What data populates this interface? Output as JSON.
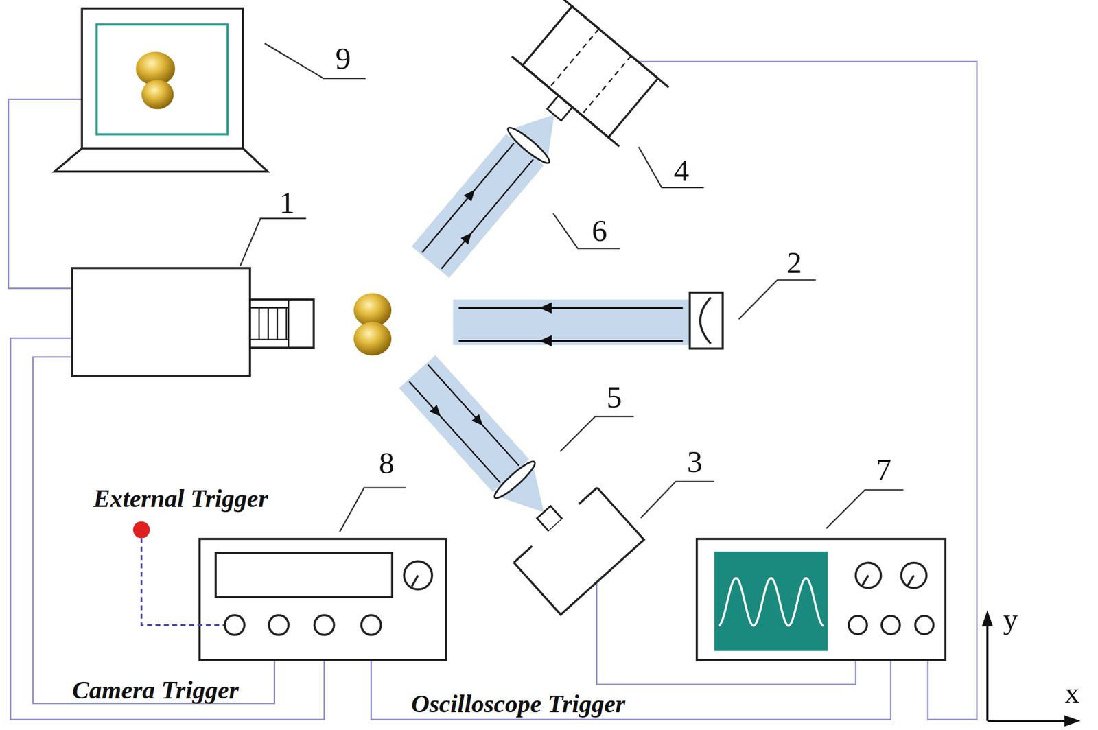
{
  "diagram": {
    "labels": [
      "9",
      "1",
      "4",
      "6",
      "2",
      "5",
      "3",
      "8",
      "7",
      "External Trigger",
      "Camera Trigger",
      "Oscilloscope Trigger",
      "y",
      "x"
    ]
  }
}
